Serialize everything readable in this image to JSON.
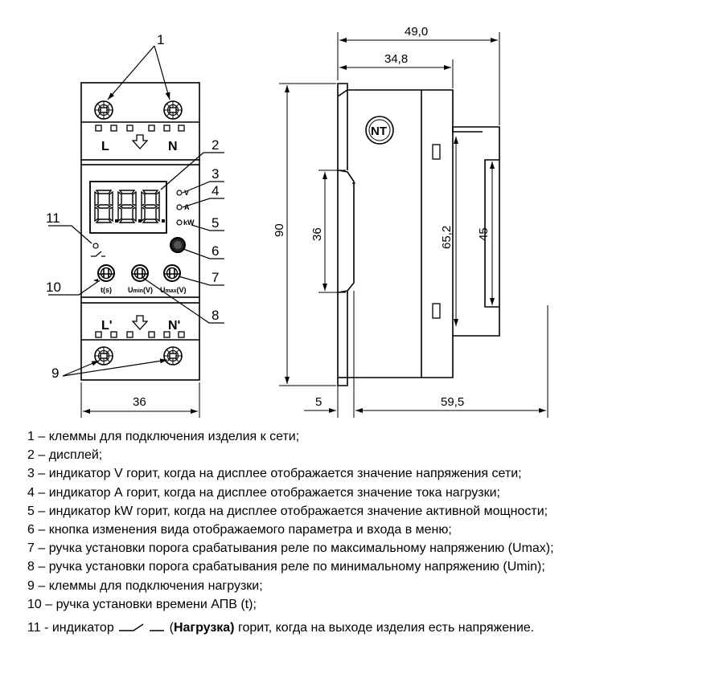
{
  "front_view": {
    "callouts": [
      "1",
      "2",
      "3",
      "4",
      "5",
      "6",
      "7",
      "8",
      "9",
      "10",
      "11"
    ],
    "terminal_top": {
      "left": "L",
      "right": "N"
    },
    "terminal_bottom": {
      "left": "L'",
      "right": "N'"
    },
    "display_digits": [
      "8.",
      "8.",
      "8."
    ],
    "indicators": {
      "v": "V",
      "a": "A",
      "kw": "kW"
    },
    "knob_labels": {
      "t": "t(s)",
      "umin_base": "U",
      "umin_sub": "min",
      "umin_unit": "(V)",
      "umax_base": "U",
      "umax_sub": "max",
      "umax_unit": "(V)"
    },
    "width_dim": "36"
  },
  "side_view": {
    "logo": "NT",
    "dims": {
      "total_depth": "49,0",
      "front_depth": "34,8",
      "height": "90",
      "front_height": "36",
      "rail_height": "65,2",
      "rail_gap": "45",
      "offset": "5",
      "mount_depth": "59,5"
    }
  },
  "legend": {
    "items": [
      "1 – клеммы для подключения изделия к сети;",
      "2 – дисплей;",
      "3 – индикатор V горит, когда на дисплее отображается значение напряжения сети;",
      "4 – индикатор А горит, когда на дисплее отображается  значение тока нагрузки;",
      "5 – индикатор kW горит, когда на дисплее отображается значение активной мощности;",
      "6 – кнопка изменения вида отображаемого параметра и  входа в меню;",
      "7 – ручка установки порога срабатывания реле по максимальному напряжению (Umax);",
      "8 – ручка установки порога срабатывания реле по минимальному напряжению (Umin);",
      "9 – клеммы для подключения нагрузки;",
      "10 – ручка установки времени АПВ (t);"
    ],
    "last": {
      "prefix": "11 -  индикатор",
      "open_paren": " (",
      "bold": "Нагрузка)",
      "suffix": " горит, когда на выходе изделия есть напряжение."
    }
  }
}
